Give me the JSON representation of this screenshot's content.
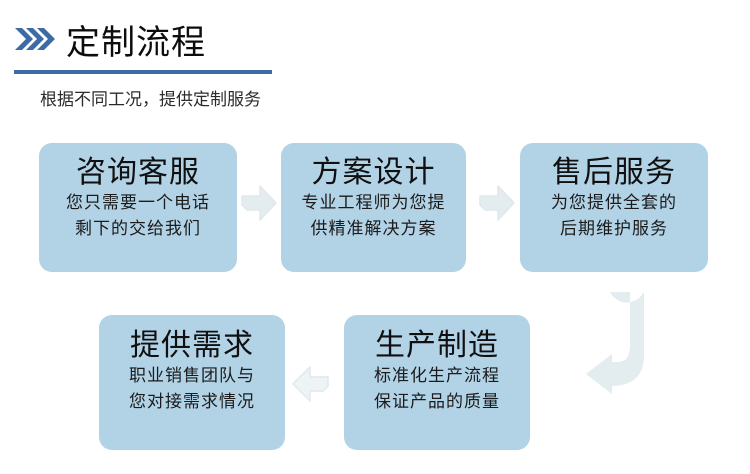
{
  "header": {
    "chevrons_icon": "double-chevron-right-icon",
    "title": "定制流程",
    "subtitle": "根据不同工况，提供定制服务",
    "accent_color": "#3c6ba6",
    "rule_color": "#3c6ba6"
  },
  "theme": {
    "box_fill": "#b2d2e6",
    "arrow_fill": "#e3ecef",
    "arrow_stroke": "#dfe8ec",
    "background": "#ffffff",
    "title_color": "#101010",
    "body_color": "#1b1b1b"
  },
  "flow": {
    "steps": [
      {
        "id": "consult",
        "title": "咨询客服",
        "lines": [
          "您只需要一个电话",
          "剩下的交给我们"
        ]
      },
      {
        "id": "design",
        "title": "方案设计",
        "lines": [
          "专业工程师为您提",
          "供精准解决方案"
        ]
      },
      {
        "id": "after-sales",
        "title": "售后服务",
        "lines": [
          "为您提供全套的",
          "后期维护服务"
        ]
      },
      {
        "id": "demand",
        "title": "提供需求",
        "lines": [
          "职业销售团队与",
          "您对接需求情况"
        ]
      },
      {
        "id": "produce",
        "title": "生产制造",
        "lines": [
          "标准化生产流程",
          "保证产品的质量"
        ]
      }
    ],
    "connectors": [
      {
        "id": "consult-to-design",
        "icon": "arrow-right-icon"
      },
      {
        "id": "design-to-after-sales",
        "icon": "arrow-right-icon"
      },
      {
        "id": "produce-to-demand",
        "icon": "arrow-left-icon"
      },
      {
        "id": "after-sales-to-produce",
        "icon": "arrow-u-turn-down-left-icon"
      }
    ]
  }
}
